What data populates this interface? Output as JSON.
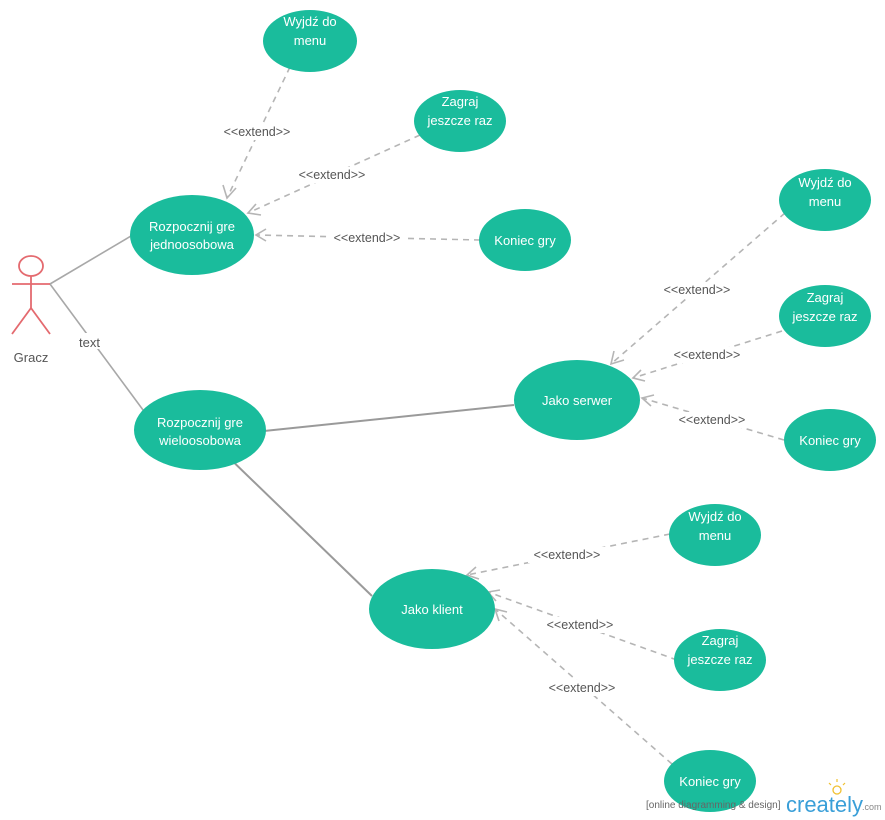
{
  "actor": {
    "name": "Gracz",
    "color": "#e46a6f"
  },
  "association_label": "text",
  "extend_label": "<<extend>>",
  "use_case_color": "#1abc9c",
  "use_cases": {
    "single_player": [
      "Rozpocznij gre",
      "jednoosobowa"
    ],
    "multi_player": [
      "Rozpocznij gre",
      "wieloosobowa"
    ],
    "server": [
      "Jako serwer"
    ],
    "client": [
      "Jako klient"
    ],
    "single_exit": [
      "Wyjdź do",
      "menu"
    ],
    "single_replay": [
      "Zagraj",
      "jeszcze raz"
    ],
    "single_end": [
      "Koniec gry"
    ],
    "server_exit": [
      "Wyjdź do",
      "menu"
    ],
    "server_replay": [
      "Zagraj",
      "jeszcze raz"
    ],
    "server_end": [
      "Koniec gry"
    ],
    "client_exit": [
      "Wyjdź do",
      "menu"
    ],
    "client_replay": [
      "Zagraj",
      "jeszcze raz"
    ],
    "client_end": [
      "Koniec gry"
    ]
  },
  "watermark": {
    "text": "[online diagramming & design]",
    "logo": "creately",
    "domain": ".com"
  }
}
